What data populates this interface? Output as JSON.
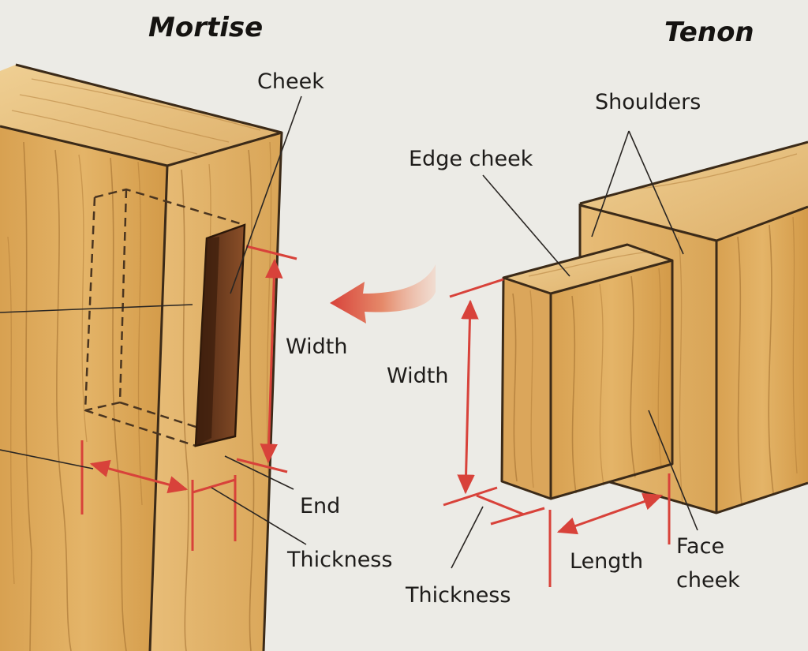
{
  "titles": {
    "mortise": "Mortise",
    "tenon": "Tenon"
  },
  "labels": {
    "cheek": "Cheek",
    "shoulders": "Shoulders",
    "edge_cheek": "Edge cheek",
    "mortise_width": "Width",
    "tenon_width": "Width",
    "end": "End",
    "mortise_thickness": "Thickness",
    "tenon_thickness": "Thickness",
    "length": "Length",
    "face_cheek_line1": "Face",
    "face_cheek_line2": "cheek"
  },
  "colors": {
    "background": "#ecebe6",
    "dimension_red": "#d8423a",
    "wood_light": "#e9bd74",
    "wood_mid": "#d59c4c",
    "wood_dark": "#b7792f",
    "mortise_hole": "#6a3a1e",
    "outline": "#3b2a18"
  },
  "icons": {
    "assembly_arrow": "curved-arrow-left-icon"
  }
}
